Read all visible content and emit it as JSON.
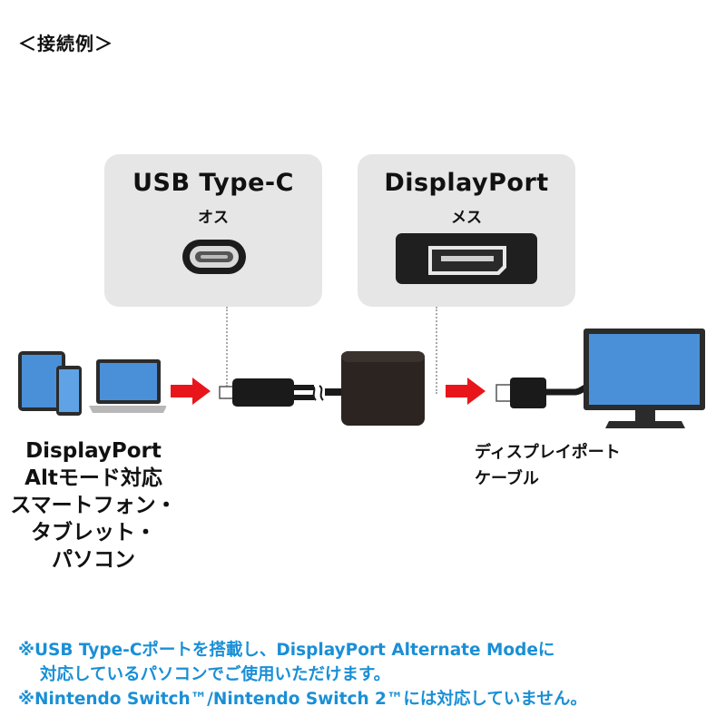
{
  "heading": "＜接続例＞",
  "connectors": {
    "usbc": {
      "title": "USB Type-C",
      "gender": "オス"
    },
    "dp": {
      "title": "DisplayPort",
      "gender": "メス"
    }
  },
  "device_label": [
    "DisplayPort",
    "Altモード対応",
    "スマートフォン・",
    "タブレット・",
    "パソコン"
  ],
  "cable_label": [
    "ディスプレイポート",
    "ケーブル"
  ],
  "notes": [
    "※USB Type-Cポートを搭載し、DisplayPort Alternate Modeに",
    "対応しているパソコンでご使用いただけます。",
    "※Nintendo Switch™/Nintendo Switch 2™には対応していません。"
  ],
  "colors": {
    "arrow": "#e8161b",
    "note": "#1a8fd6",
    "box": "#e6e6e6",
    "screen": "#4a90d9"
  }
}
